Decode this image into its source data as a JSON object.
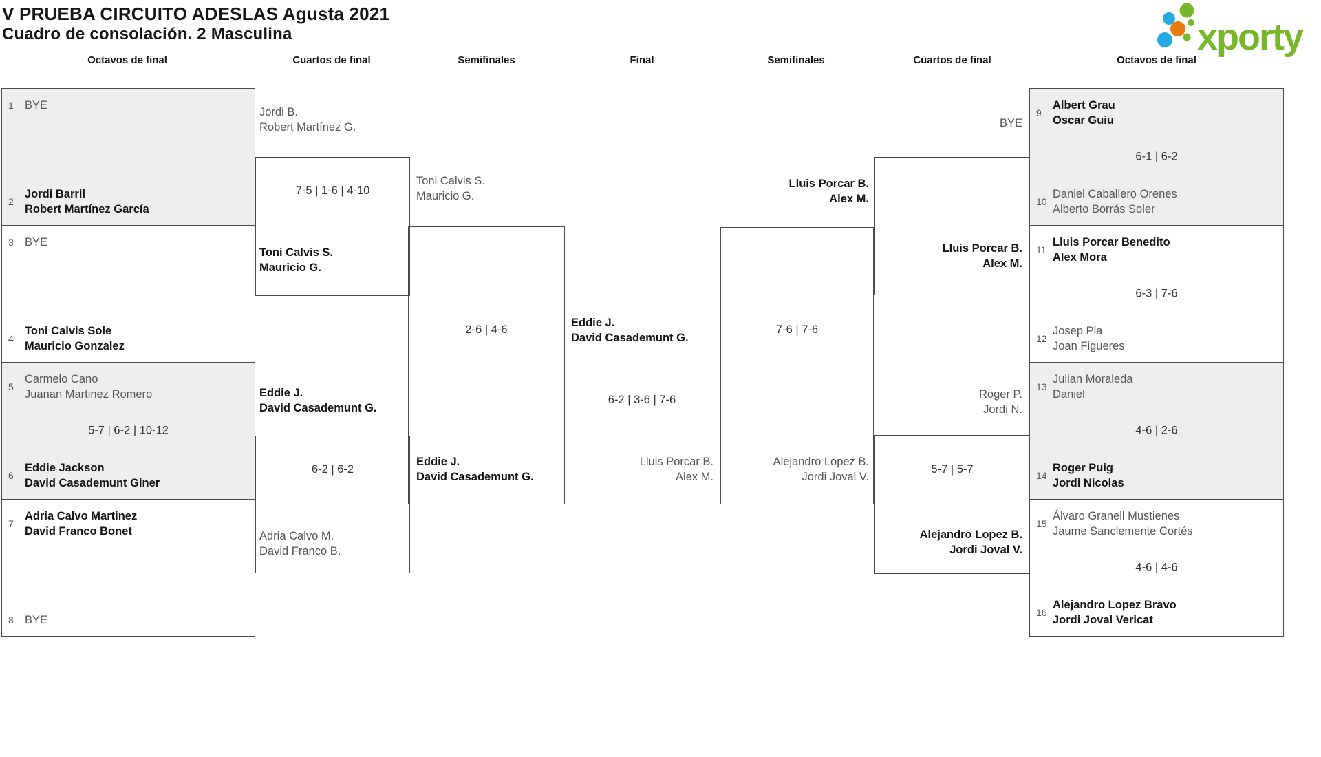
{
  "header": {
    "title": "V PRUEBA CIRCUITO ADESLAS Agusta 2021",
    "subtitle": "Cuadro de consolación. 2 Masculina",
    "logo_text": "xporty"
  },
  "colors": {
    "logo_green": "#76b82a",
    "logo_blue": "#29a9e1",
    "logo_orange": "#e8790d",
    "box_gray": "#eeeeee",
    "line": "#4a4a4a"
  },
  "rounds": [
    "Octavos de final",
    "Cuartos de final",
    "Semifinales",
    "Final",
    "Semifinales",
    "Cuartos de final",
    "Octavos de final"
  ],
  "r16": [
    {
      "score": "",
      "top": {
        "seed": "1",
        "line1": "BYE",
        "line2": "",
        "winner": false
      },
      "bottom": {
        "seed": "2",
        "line1": "Jordi Barril",
        "line2": "Robert Martínez García",
        "winner": true
      }
    },
    {
      "score": "",
      "top": {
        "seed": "3",
        "line1": "BYE",
        "line2": "",
        "winner": false
      },
      "bottom": {
        "seed": "4",
        "line1": "Toni Calvis Sole",
        "line2": "Mauricio Gonzalez",
        "winner": true
      }
    },
    {
      "score": "5-7 | 6-2 | 10-12",
      "top": {
        "seed": "5",
        "line1": "Carmelo Cano",
        "line2": "Juanan Martinez Romero",
        "winner": false
      },
      "bottom": {
        "seed": "6",
        "line1": "Eddie Jackson",
        "line2": "David Casademunt Giner",
        "winner": true
      }
    },
    {
      "score": "",
      "top": {
        "seed": "7",
        "line1": "Adria Calvo Martinez",
        "line2": "David Franco Bonet",
        "winner": true
      },
      "bottom": {
        "seed": "8",
        "line1": "BYE",
        "line2": "",
        "winner": false
      }
    },
    {
      "score": "6-1 | 6-2",
      "top": {
        "seed": "9",
        "line1": "Albert Grau",
        "line2": "Oscar Guiu",
        "winner": true
      },
      "bottom": {
        "seed": "10",
        "line1": "Daniel Caballero Orenes",
        "line2": "Alberto Borrás Soler",
        "winner": false
      }
    },
    {
      "score": "6-3 | 7-6",
      "top": {
        "seed": "11",
        "line1": "Lluis Porcar Benedito",
        "line2": "Alex Mora",
        "winner": true
      },
      "bottom": {
        "seed": "12",
        "line1": "Josep Pla",
        "line2": "Joan Figueres",
        "winner": false
      }
    },
    {
      "score": "4-6 | 2-6",
      "top": {
        "seed": "13",
        "line1": "Julian Moraleda",
        "line2": "Daniel",
        "winner": false
      },
      "bottom": {
        "seed": "14",
        "line1": "Roger Puig",
        "line2": "Jordi Nicolas",
        "winner": true
      }
    },
    {
      "score": "4-6 | 4-6",
      "top": {
        "seed": "15",
        "line1": "Álvaro Granell Mustienes",
        "line2": "Jaume Sanclemente Cortés",
        "winner": false
      },
      "bottom": {
        "seed": "16",
        "line1": "Alejandro Lopez Bravo",
        "line2": "Jordi Joval Vericat",
        "winner": true
      }
    }
  ],
  "qf": [
    {
      "score": "7-5 | 1-6 | 4-10",
      "top": {
        "line1": "Jordi B.",
        "line2": "Robert Martínez G.",
        "winner": false
      },
      "bottom": {
        "line1": "Toni Calvis S.",
        "line2": "Mauricio G.",
        "winner": true
      }
    },
    {
      "score": "6-2 | 6-2",
      "top": {
        "line1": "Eddie J.",
        "line2": "David Casademunt G.",
        "winner": true
      },
      "bottom": {
        "line1": "Adria Calvo M.",
        "line2": "David Franco B.",
        "winner": false
      }
    },
    {
      "score": "",
      "top": {
        "line1": "BYE",
        "line2": "",
        "winner": false
      },
      "bottom": {
        "line1": "Lluis Porcar B.",
        "line2": "Alex M.",
        "winner": true
      }
    },
    {
      "score": "5-7 | 5-7",
      "top": {
        "line1": "Roger P.",
        "line2": "Jordi N.",
        "winner": false
      },
      "bottom": {
        "line1": "Alejandro Lopez B.",
        "line2": "Jordi Joval V.",
        "winner": true
      }
    }
  ],
  "sf": [
    {
      "score": "2-6 | 4-6",
      "top": {
        "line1": "Toni Calvis S.",
        "line2": "Mauricio G.",
        "winner": false
      },
      "bottom": {
        "line1": "Eddie J.",
        "line2": "David Casademunt G.",
        "winner": true
      }
    },
    {
      "score": "7-6 | 7-6",
      "top": {
        "line1": "Lluis Porcar B.",
        "line2": "Alex M.",
        "winner": true
      },
      "bottom": {
        "line1": "Alejandro Lopez B.",
        "line2": "Jordi Joval V.",
        "winner": false
      }
    }
  ],
  "final": {
    "score": "6-2 | 3-6 | 7-6",
    "top": {
      "line1": "Eddie J.",
      "line2": "David Casademunt G.",
      "winner": true
    },
    "bottom": {
      "line1": "Lluis Porcar B.",
      "line2": "Alex M.",
      "winner": false
    }
  }
}
